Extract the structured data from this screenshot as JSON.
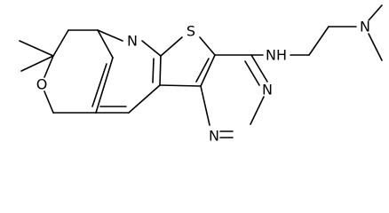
{
  "atoms": {
    "thiophene_sulfur": "S",
    "pyridine_nitrogen": "N",
    "pyran_oxygen": "O",
    "pyrimidine_nitrogen_right": "N",
    "pyrimidine_nitrogen_bottom": "N",
    "amine_nh": "NH",
    "dimethylamine_nitrogen": "N"
  },
  "colors": {
    "bond": "#000000",
    "label": "#000000",
    "background": "#ffffff"
  }
}
